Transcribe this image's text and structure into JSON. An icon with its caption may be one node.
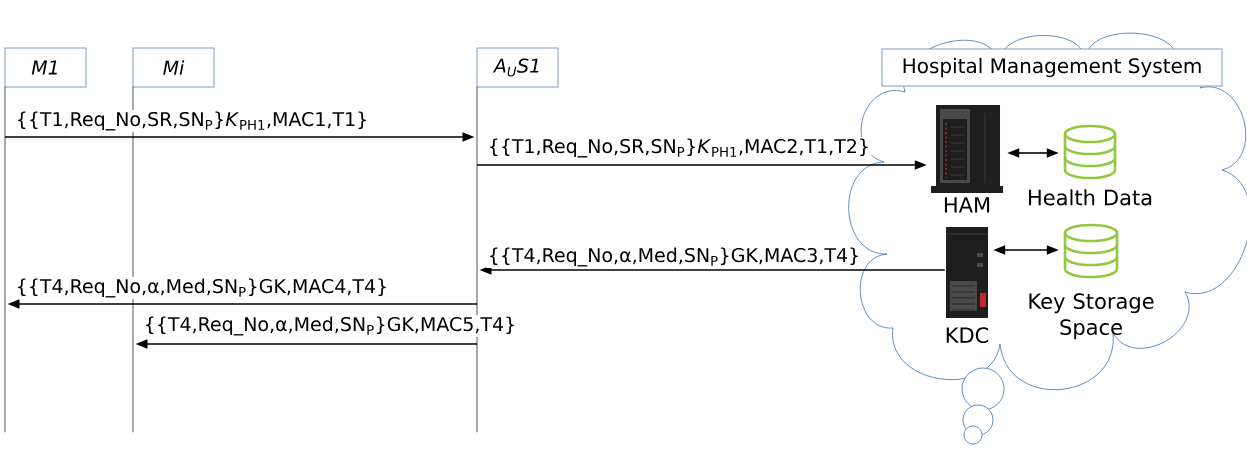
{
  "diagram": {
    "nodes": [
      {
        "text": [
          "M1"
        ]
      },
      {
        "text": [],
        "shape": "line"
      },
      {
        "text": [
          "Mi"
        ]
      },
      {
        "text": [],
        "shape": "line"
      },
      {
        "text": [
          "A$_{U}$S1"
        ]
      },
      {
        "text": [],
        "shape": "line"
      },
      {
        "text": [],
        "shape": "cloud"
      },
      {
        "text": [
          "Hospital Management System"
        ],
        "in": 6
      },
      {
        "text": [
          "HAM"
        ],
        "in": 6
      },
      {
        "text": [
          "Health Data"
        ],
        "in": 6
      },
      {
        "text": [
          "KDC"
        ],
        "in": 6
      },
      {
        "text": [
          "Key Storage Space"
        ],
        "in": 6
      }
    ],
    "edges": [
      {
        "from": 1,
        "to": 5,
        "arrow": "to",
        "label": "{{T1,Req_No,SR,SN$_{P}$}*K*$_{PH1}$,MAC1,T1}"
      },
      {
        "from": 5,
        "to": 8,
        "arrow": "to",
        "label": "{{T1,Req_No,SR,SN$_{P}$}*K*$_{PH1}$,MAC2,T1,T2}"
      },
      {
        "from": 10,
        "to": 5,
        "arrow": "to",
        "label": "{{T4,Req_No,α,Med,SN$_{P}$}GK,MAC3,T4}"
      },
      {
        "from": 5,
        "to": 1,
        "arrow": "to",
        "label": "{{T4,Req_No,α,Med,SN$_{P}$}GK,MAC4,T4}"
      },
      {
        "from": 5,
        "to": 3,
        "arrow": "to",
        "label": "{{T4,Req_No,α,Med,SN$_{P}$}GK,MAC5,T4}"
      },
      {
        "from": 8,
        "to": 9,
        "arrow": "both"
      },
      {
        "from": 10,
        "to": 11,
        "arrow": "both"
      }
    ]
  }
}
